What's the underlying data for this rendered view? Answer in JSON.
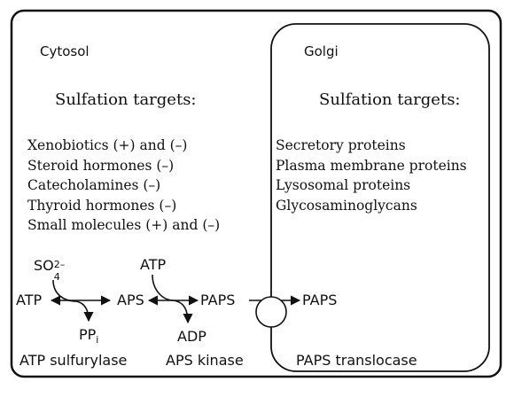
{
  "cytosol": {
    "title": "Cytosol",
    "targets_heading": "Sulfation targets:",
    "targets": [
      "Xenobiotics (+) and (–)",
      "Steroid hormones (–)",
      "Catecholamines (–)",
      "Thyroid hormones (–)",
      "Small molecules (+) and (–)"
    ]
  },
  "golgi": {
    "title": "Golgi",
    "targets_heading": "Sulfation targets:",
    "targets": [
      "Secretory proteins",
      "Plasma membrane proteins",
      "Lysosomal proteins",
      "Glycosaminoglycans"
    ]
  },
  "pathway": {
    "sulfate_base": "SO",
    "sulfate_sub": "4",
    "sulfate_sup": "2–",
    "atp_input_1": "ATP",
    "aps": "APS",
    "atp_input_2": "ATP",
    "paps": "PAPS",
    "ppi_base": "PP",
    "ppi_sub": "i",
    "adp": "ADP",
    "paps_golgi": "PAPS"
  },
  "enzymes": {
    "sulfurylase": "ATP sulfurylase",
    "kinase": "APS kinase",
    "translocase": "PAPS translocase"
  }
}
